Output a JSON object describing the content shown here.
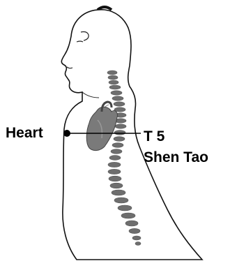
{
  "labels": {
    "organ": "Heart",
    "vertebra": "T 5",
    "point_name": "Shen Tao"
  },
  "colors": {
    "outline": "#111111",
    "spine": "#6e6e6e",
    "heart": "#7a7a7a",
    "text": "#000000"
  }
}
